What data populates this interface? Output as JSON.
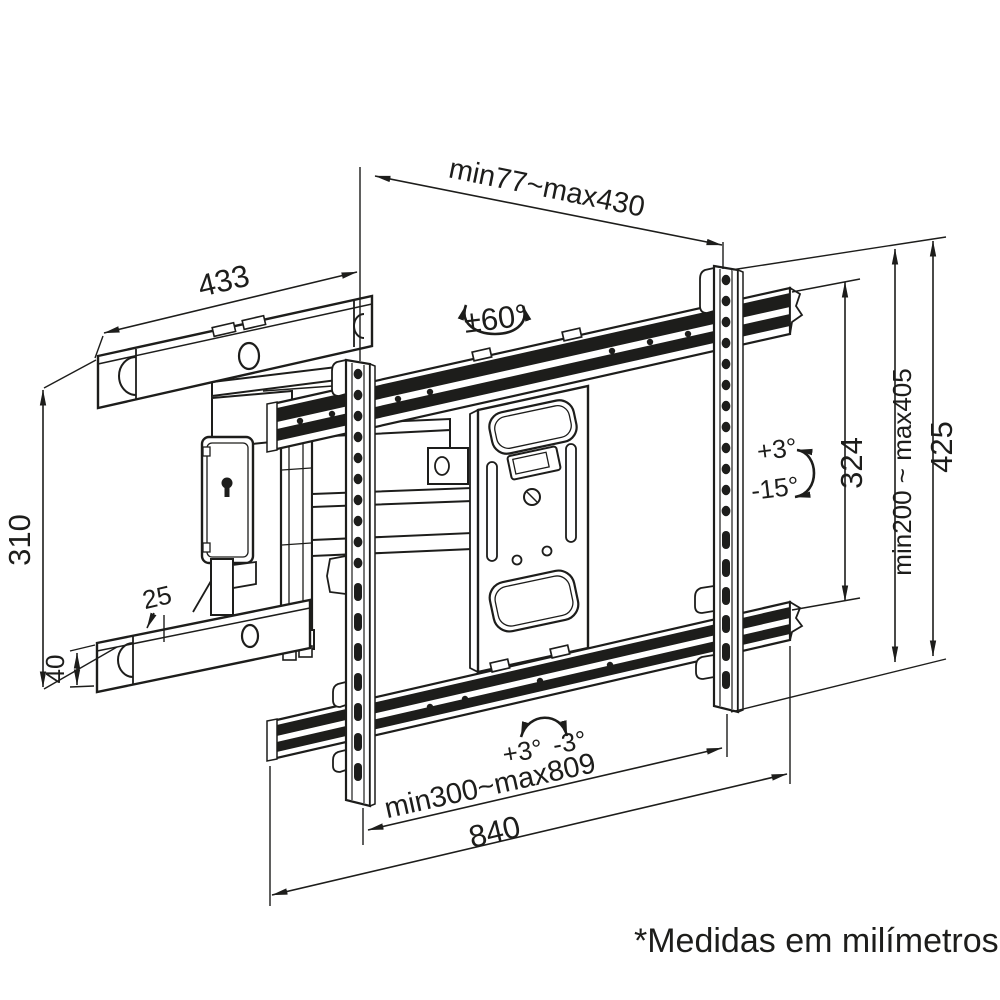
{
  "illustration": {
    "title": "Articulating TV wall mount technical drawing",
    "units_note": "*Medidas em milímetros"
  },
  "colors": {
    "line": "#1d1d1b",
    "background": "#ffffff"
  },
  "labels": {
    "dim_top_depth": "min77~max430",
    "dim_arm_length": "433",
    "swivel_angle": "±60°",
    "dim_hole_span_height": "324",
    "dim_vesa_height_range": "min200 ~ max405",
    "dim_total_height": "425",
    "tilt_up": "+3°",
    "tilt_down": "-15°",
    "dim_left_height": "310",
    "dim_arm_hole_offset": "25",
    "dim_arm_thickness": "40",
    "level_plus": "+3°",
    "level_minus": "-3°",
    "dim_width_range": "min300~max809",
    "dim_total_width": "840"
  }
}
